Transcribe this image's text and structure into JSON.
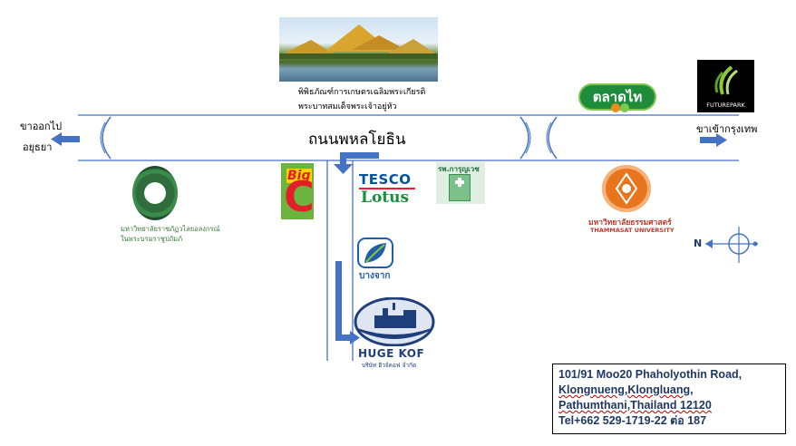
{
  "road": {
    "name": "ถนนพหลโยธิน"
  },
  "directions": {
    "left_line1": "ขาออกไป",
    "left_line2": "อยุธยา",
    "right": "ขาเข้ากรุงเทพ"
  },
  "landmarks": {
    "museum_line1": "พิพิธภัณฑ์การเกษตรเฉลิมพระเกียรติ",
    "museum_line2": "พระบาทสมเด็จพระเจ้าอยู่หัว",
    "rajabhat_line1": "มหาวิทยาลัยราชภัฏวไลยอลงกรณ์",
    "rajabhat_line2": "ในพระบรมราชูปถัมภ์",
    "thammasat_th": "มหาวิทยาลัยธรรมศาสตร์",
    "thammasat_en": "THAMMASAT UNIVERSITY",
    "talad_thai": "ตลาดไท",
    "future_park": "FUTUREPARK",
    "tesco_line1": "TESCO",
    "tesco_line2": "Lotus",
    "hospital": "รพ.การุญเวช",
    "bangchak": "บางจาก",
    "big_c_small": "Big",
    "big_c_letter": "C",
    "hugekof": "HUGE KOF",
    "hugekof_th": "บริษัท ฮิวจ์คอฟ จำกัด"
  },
  "compass": {
    "north": "N"
  },
  "address": {
    "line1": "101/91 Moo20 Phaholyothin Road,",
    "line2": "Klongnueng,Klongluang,",
    "line3": "Pathumthani,Thailand  12120",
    "line4": "Tel+662 529-1719-22 ต่อ 187"
  },
  "colors": {
    "road_line": "#4472c4",
    "arrow": "#4472c4",
    "talad_thai_green": "#1e8c3a",
    "big_c_red": "#e41e26",
    "big_c_green": "#6cb33f",
    "tesco_blue": "#00539f",
    "tesco_red": "#ee1c2e",
    "thammasat_orange": "#e8741e",
    "hugekof_navy": "#1f3f7a"
  }
}
